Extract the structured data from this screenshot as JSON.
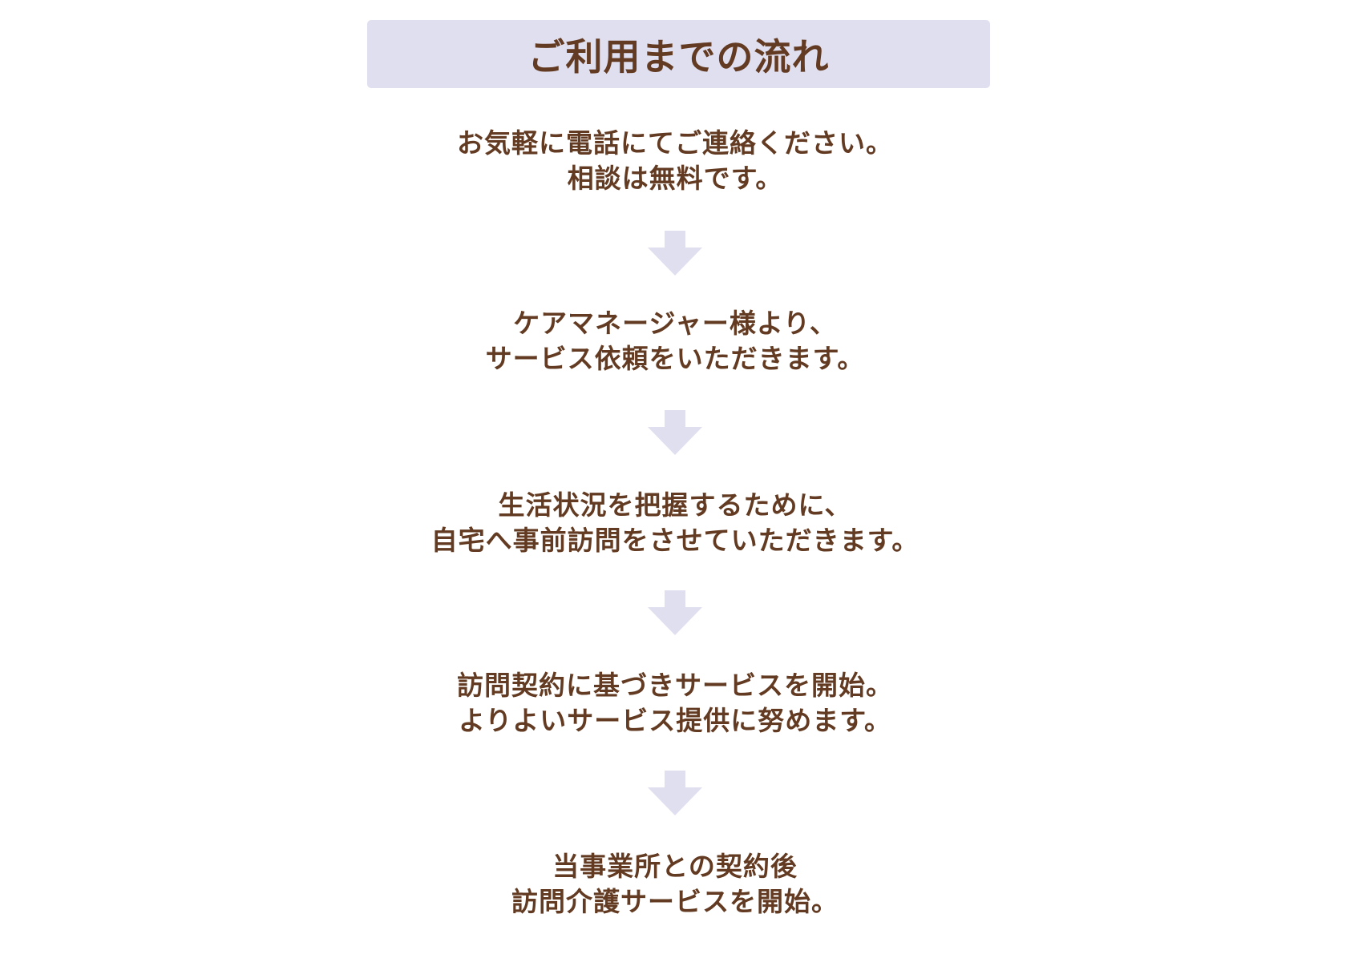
{
  "header": {
    "title": "ご利用までの流れ"
  },
  "colors": {
    "text": "#633b22",
    "header_bg": "#e0dfef",
    "arrow": "#e0dff0"
  },
  "steps": [
    {
      "lines": [
        "お気軽に電話にてご連絡ください。",
        "相談は無料です。"
      ]
    },
    {
      "lines": [
        "ケアマネージャー様より、",
        "サービス依頼をいただきます。"
      ]
    },
    {
      "lines": [
        "生活状況を把握するために、",
        "自宅へ事前訪問をさせていただきます。"
      ]
    },
    {
      "lines": [
        "訪問契約に基づきサービスを開始。",
        "よりよいサービス提供に努めます。"
      ]
    },
    {
      "lines": [
        "当事業所との契約後",
        "訪問介護サービスを開始。"
      ]
    }
  ],
  "arrows": [
    "down-arrow-icon",
    "down-arrow-icon",
    "down-arrow-icon",
    "down-arrow-icon"
  ]
}
